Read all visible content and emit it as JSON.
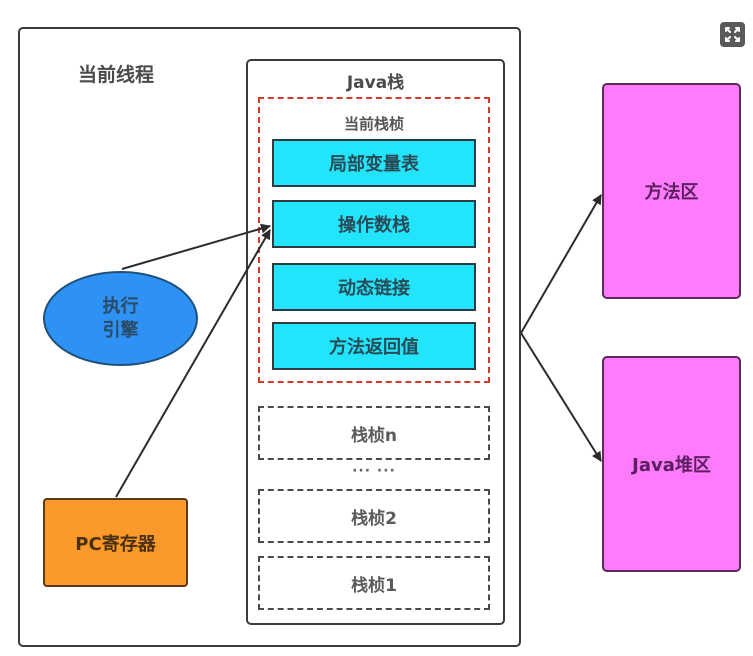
{
  "thread": {
    "title": "当前线程",
    "engine": {
      "line1": "执行",
      "line2": "引擎"
    },
    "pc_register": "PC寄存器"
  },
  "java_stack": {
    "title": "Java栈",
    "current_frame": {
      "label": "当前栈桢",
      "items": [
        "局部变量表",
        "操作数栈",
        "动态链接",
        "方法返回值"
      ]
    },
    "frames": [
      "栈桢n",
      "栈桢2",
      "栈桢1"
    ],
    "ellipsis": "··· ···"
  },
  "regions": {
    "method_area": "方法区",
    "heap": "Java堆区"
  },
  "controls": {
    "expand_icon": "expand-icon"
  },
  "colors": {
    "current_frame_border": "#d23a2c",
    "frame_item_fill": "#22e5fb",
    "engine_fill": "#2e92f5",
    "pc_fill": "#fb9a2a",
    "region_fill": "#ff7bfb"
  }
}
